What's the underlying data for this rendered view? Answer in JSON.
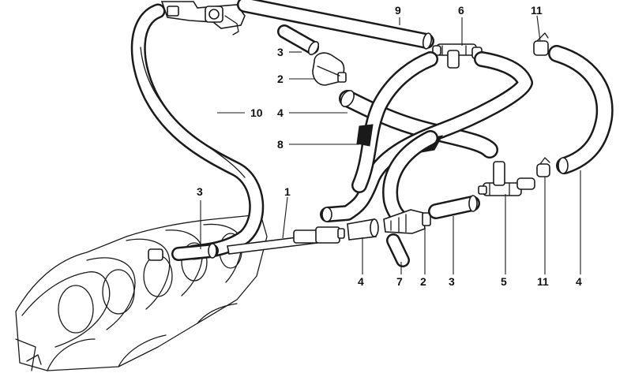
{
  "callouts": [
    {
      "id": "c-9",
      "label": "9"
    },
    {
      "id": "c-6",
      "label": "6"
    },
    {
      "id": "c-11-top",
      "label": "11"
    },
    {
      "id": "c-3-top",
      "label": "3"
    },
    {
      "id": "c-2-top",
      "label": "2"
    },
    {
      "id": "c-4-mid",
      "label": "4"
    },
    {
      "id": "c-10",
      "label": "10"
    },
    {
      "id": "c-8",
      "label": "8"
    },
    {
      "id": "c-3-left",
      "label": "3"
    },
    {
      "id": "c-1",
      "label": "1"
    },
    {
      "id": "c-4-bot",
      "label": "4"
    },
    {
      "id": "c-7",
      "label": "7"
    },
    {
      "id": "c-2-bot",
      "label": "2"
    },
    {
      "id": "c-3-bot",
      "label": "3"
    },
    {
      "id": "c-5",
      "label": "5"
    },
    {
      "id": "c-11-bot",
      "label": "11"
    },
    {
      "id": "c-4-right",
      "label": "4"
    }
  ],
  "colors": {
    "ink": "#1a1a1a",
    "paper": "#ffffff"
  }
}
